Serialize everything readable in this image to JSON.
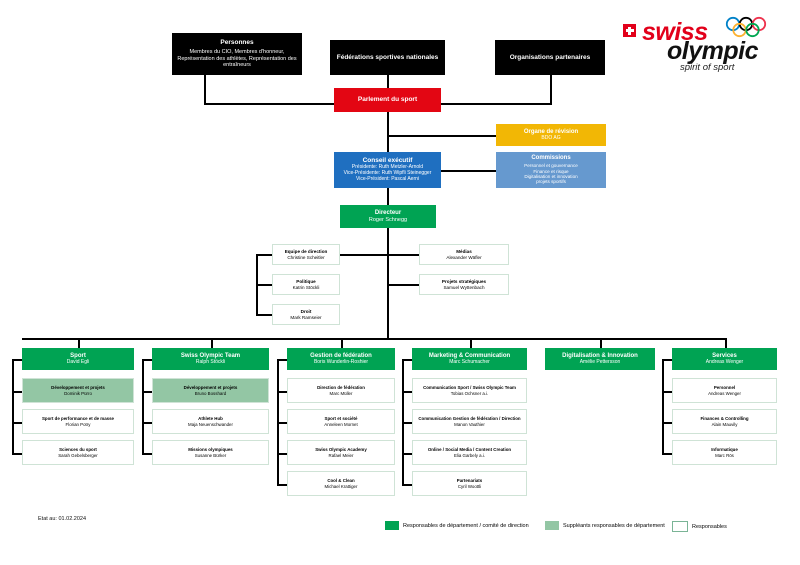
{
  "logo": {
    "brand_line1": "swiss",
    "brand_line2": "olympic",
    "tagline": "spirit of sport",
    "cross_icon": "swiss-cross-icon",
    "rings_icon": "olympic-rings-icon",
    "red": "#e2001a"
  },
  "colors": {
    "black": "#000000",
    "red": "#e30613",
    "blue": "#1f6fc0",
    "blue_light": "#6699cf",
    "yellow": "#f2b705",
    "green": "#00a353",
    "green_pale": "#93c6a4",
    "white": "#ffffff"
  },
  "top_row": [
    {
      "title": "Personnes",
      "subtitle": "Membres du CIO, Membres d'honneur, Représentation des athlètes, Représentation des entraîneurs"
    },
    {
      "title": "Fédérations sportives nationales",
      "subtitle": ""
    },
    {
      "title": "Organisations partenaires",
      "subtitle": ""
    }
  ],
  "parliament": {
    "title": "Parlement du sport",
    "subtitle": ""
  },
  "audit": {
    "title": "Organe de révision",
    "subtitle": "BDO AG"
  },
  "executive": {
    "title": "Conseil exécutif",
    "line1": "Présidente: Ruth Metzler-Arnold",
    "line2": "Vice-Présidente: Ruth Wipfli Steinegger",
    "line3": "Vice-Président: Pascal Aerni"
  },
  "commissions": {
    "title": "Commissions",
    "line1": "Personnel et gouvernance",
    "line2": "Finance et risque",
    "line3": "Digitalisation et innovation",
    "line4": "projets sportifs"
  },
  "director": {
    "title": "Directeur",
    "subtitle": "Roger Schnegg"
  },
  "staff_left": [
    {
      "title": "Equipe de direction",
      "subtitle": "Christine Scheitler"
    },
    {
      "title": "Politique",
      "subtitle": "Katrin Stöckli"
    },
    {
      "title": "Droit",
      "subtitle": "Mark Ramseier"
    }
  ],
  "staff_right": [
    {
      "title": "Médias",
      "subtitle": "Alexander Wäfler"
    },
    {
      "title": "Projets stratégiques",
      "subtitle": "Samuel Wyttenbach"
    }
  ],
  "departments": [
    {
      "title": "Sport",
      "subtitle": "David Egli",
      "items": [
        {
          "title": "Développement et projets",
          "subtitle": "Dominik Pürro",
          "style": "pale"
        },
        {
          "title": "Sport de performance et de masse",
          "subtitle": "Florian Potry",
          "style": "white"
        },
        {
          "title": "Sciences du sport",
          "subtitle": "Sarah Gebelsberger",
          "style": "white"
        }
      ]
    },
    {
      "title": "Swiss Olympic Team",
      "subtitle": "Ralph Stöckli",
      "items": [
        {
          "title": "Développement et projets",
          "subtitle": "Bruno Bosshard",
          "style": "pale"
        },
        {
          "title": "Athlete Hub",
          "subtitle": "Maja Neuenschwander",
          "style": "white"
        },
        {
          "title": "Missions olympiques",
          "subtitle": "Susanne Bürker",
          "style": "white"
        }
      ]
    },
    {
      "title": "Gestion de fédération",
      "subtitle": "Boris Wunderlin-Roshier",
      "items": [
        {
          "title": "Direction de fédération",
          "subtitle": "Marc Müller",
          "style": "white"
        },
        {
          "title": "Sport et société",
          "subtitle": "Anneleen Mornet",
          "style": "white"
        },
        {
          "title": "Swiss Olympic Academy",
          "subtitle": "Rafael Meier",
          "style": "white"
        },
        {
          "title": "Cool & Clean",
          "subtitle": "Michael Krattiger",
          "style": "white"
        }
      ]
    },
    {
      "title": "Marketing & Communication",
      "subtitle": "Marc Schumacher",
      "items": [
        {
          "title": "Communication Sport / Swiss Olympic Team",
          "subtitle": "Tobias Ochsner a.i.",
          "style": "white"
        },
        {
          "title": "Communication Gestion de fédération / Direction",
          "subtitle": "Manon Vauthier",
          "style": "white"
        },
        {
          "title": "Online / Social Media / Content Creation",
          "subtitle": "Elia Garbely a.i.",
          "style": "white"
        },
        {
          "title": "Partenariats",
          "subtitle": "Cyril Woottli",
          "style": "white"
        }
      ]
    },
    {
      "title": "Digitalisation & Innovation",
      "subtitle": "Amélie Pettersson",
      "items": []
    },
    {
      "title": "Services",
      "subtitle": "Andreas Wenger",
      "items": [
        {
          "title": "Personnel",
          "subtitle": "Andreas Wenger",
          "style": "white"
        },
        {
          "title": "Finances & Controlling",
          "subtitle": "Alain Mauvily",
          "style": "white"
        },
        {
          "title": "Informatique",
          "subtitle": "Marc Rös",
          "style": "white"
        }
      ]
    }
  ],
  "footer": {
    "date": "Etat au: 01.02.2024",
    "legend": [
      {
        "label": "Responsables de département / comité de direction",
        "swatch": "green"
      },
      {
        "label": "Suppléants responsables de département",
        "swatch": "pale"
      },
      {
        "label": "Responsables",
        "swatch": "white"
      }
    ]
  }
}
